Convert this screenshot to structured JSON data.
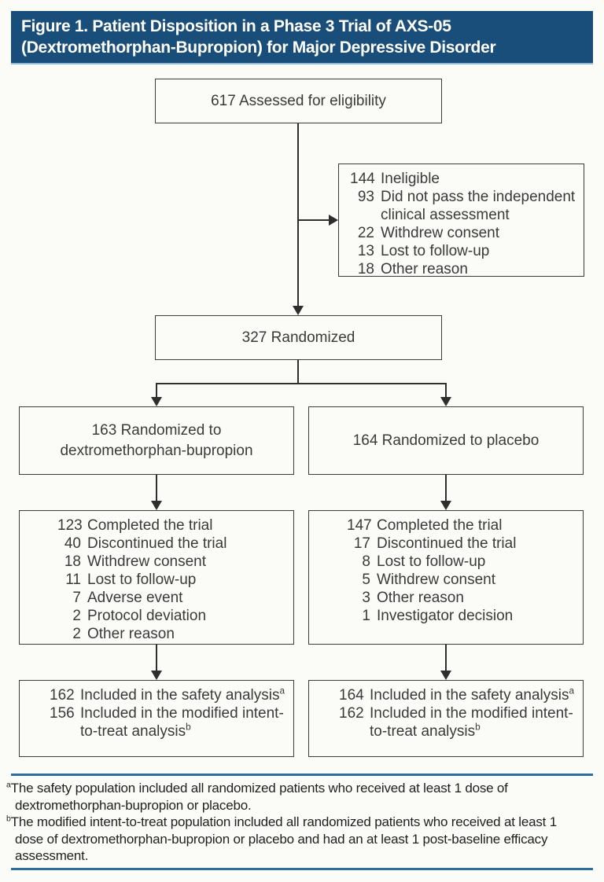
{
  "title": {
    "line1": "Figure 1. Patient Disposition in a Phase 3 Trial of AXS-05",
    "line2": "(Dextromethorphan-Bupropion) for Major Depressive Disorder"
  },
  "colors": {
    "header_bg": "#184E79",
    "header_underline": "#8FB9D6",
    "footnote_rule": "#2C6E9E",
    "box_border": "#3C3C3C",
    "connector": "#2E2E2E",
    "text": "#3A3A3A",
    "title_text": "#FFFFFF"
  },
  "flow": {
    "assessed": {
      "text": "617 Assessed for eligibility"
    },
    "ineligible": {
      "items": [
        {
          "num": "144",
          "label": "Ineligible"
        },
        {
          "num": "93",
          "label": "Did not pass the independent clinical assessment"
        },
        {
          "num": "22",
          "label": "Withdrew consent"
        },
        {
          "num": "13",
          "label": "Lost to follow-up"
        },
        {
          "num": "18",
          "label": "Other reason"
        }
      ]
    },
    "randomized": {
      "text": "327 Randomized"
    },
    "arm_left": {
      "line1": "163 Randomized to",
      "line2": "dextromethorphan-bupropion"
    },
    "arm_right": {
      "text": "164 Randomized to placebo"
    },
    "completed_left": {
      "items": [
        {
          "num": "123",
          "label": "Completed the trial"
        },
        {
          "num": "40",
          "label": "Discontinued the trial"
        },
        {
          "num": "18",
          "label": "Withdrew consent"
        },
        {
          "num": "11",
          "label": "Lost to follow-up"
        },
        {
          "num": "7",
          "label": "Adverse event"
        },
        {
          "num": "2",
          "label": "Protocol deviation"
        },
        {
          "num": "2",
          "label": "Other reason"
        }
      ]
    },
    "completed_right": {
      "items": [
        {
          "num": "147",
          "label": "Completed the trial"
        },
        {
          "num": "17",
          "label": "Discontinued the trial"
        },
        {
          "num": "8",
          "label": "Lost to follow-up"
        },
        {
          "num": "5",
          "label": "Withdrew consent"
        },
        {
          "num": "3",
          "label": "Other reason"
        },
        {
          "num": "1",
          "label": "Investigator decision"
        }
      ]
    },
    "analysis_left": {
      "items": [
        {
          "num": "162",
          "label": "Included in the safety analysis",
          "sup": "a"
        },
        {
          "num": "156",
          "label": "Included in the modified intent-to-treat analysis",
          "sup": "b"
        }
      ]
    },
    "analysis_right": {
      "items": [
        {
          "num": "164",
          "label": "Included in the safety analysis",
          "sup": "a"
        },
        {
          "num": "162",
          "label": "Included in the modified intent-to-treat analysis",
          "sup": "b"
        }
      ]
    }
  },
  "footnotes": [
    {
      "marker": "a",
      "text": "The safety population included all randomized patients who received at least 1 dose of dextromethorphan-bupropion or placebo."
    },
    {
      "marker": "b",
      "text": "The modified intent-to-treat population included all randomized patients who received at least 1 dose of dextromethorphan-bupropion or placebo and had an at least 1 post-baseline efficacy assessment."
    }
  ]
}
